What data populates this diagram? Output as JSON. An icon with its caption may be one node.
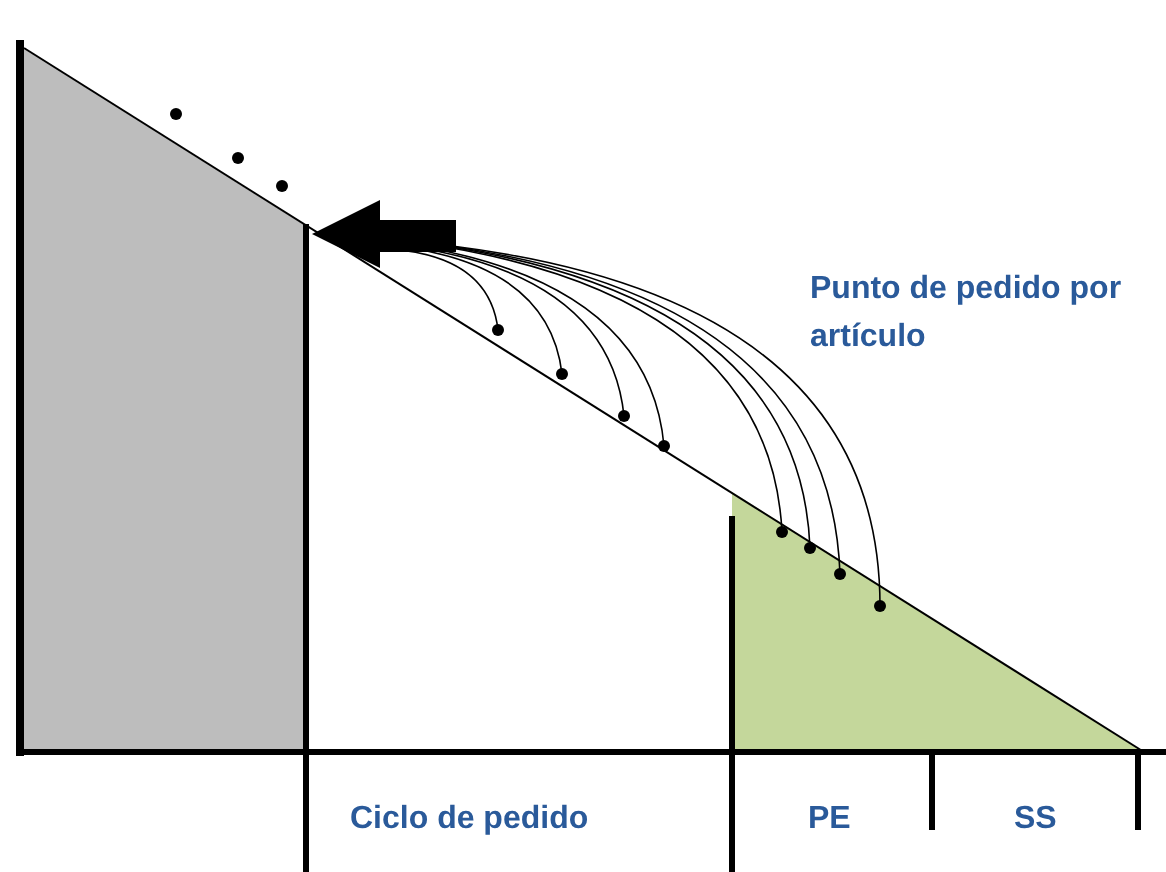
{
  "diagram": {
    "labels": [
      "Punto de pedido por artículo",
      "Ciclo de pedido",
      "PE",
      "SS"
    ]
  }
}
